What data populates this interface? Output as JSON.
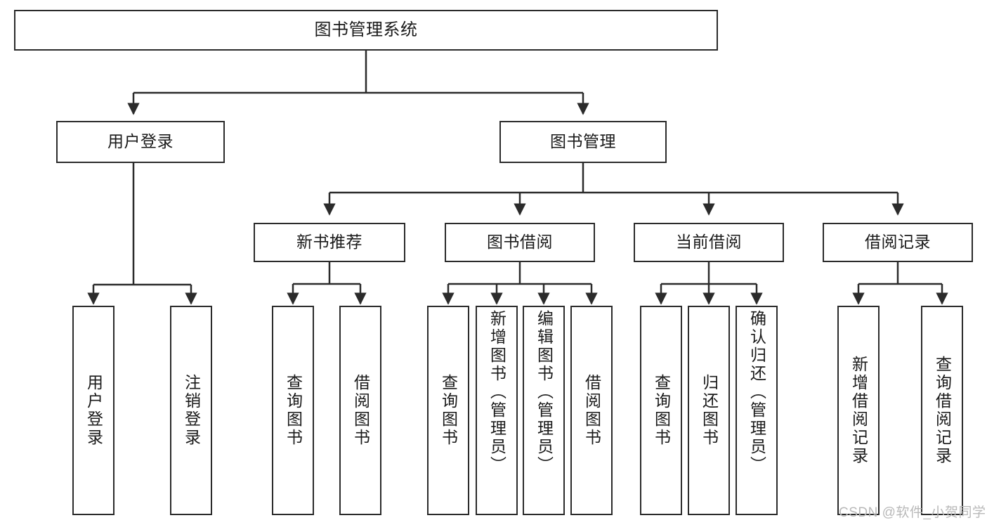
{
  "diagram": {
    "title": "图书管理系统",
    "type": "tree-hierarchy-diagram",
    "theme": {
      "background": "#ffffff",
      "box_border": "#2b2b2b",
      "box_fill": "#ffffff",
      "edge_color": "#2b2b2b",
      "text_color": "#1a1a1a",
      "watermark_color": "#b9b9b9"
    },
    "levels": [
      {
        "level": 1,
        "nodes": [
          {
            "id": "root",
            "label": "图书管理系统",
            "orientation": "horizontal"
          }
        ]
      },
      {
        "level": 2,
        "nodes": [
          {
            "id": "login",
            "label": "用户登录",
            "orientation": "horizontal",
            "parent": "root"
          },
          {
            "id": "bookmgmt",
            "label": "图书管理",
            "orientation": "horizontal",
            "parent": "root"
          }
        ]
      },
      {
        "level": 3,
        "nodes": [
          {
            "id": "newbook",
            "label": "新书推荐",
            "orientation": "horizontal",
            "parent": "bookmgmt"
          },
          {
            "id": "borrow",
            "label": "图书借阅",
            "orientation": "horizontal",
            "parent": "bookmgmt"
          },
          {
            "id": "current",
            "label": "当前借阅",
            "orientation": "horizontal",
            "parent": "bookmgmt"
          },
          {
            "id": "records",
            "label": "借阅记录",
            "orientation": "horizontal",
            "parent": "bookmgmt"
          }
        ]
      },
      {
        "level": 4,
        "nodes": [
          {
            "id": "leaf1",
            "label": "用户登录",
            "orientation": "vertical",
            "parent": "login",
            "fill": false
          },
          {
            "id": "leaf2",
            "label": "注销登录",
            "orientation": "vertical",
            "parent": "login",
            "fill": false
          },
          {
            "id": "leaf3",
            "label": "查询图书",
            "orientation": "vertical",
            "parent": "newbook",
            "fill": false
          },
          {
            "id": "leaf4",
            "label": "借阅图书",
            "orientation": "vertical",
            "parent": "newbook",
            "fill": false
          },
          {
            "id": "leaf5",
            "label": "查询图书",
            "orientation": "vertical",
            "parent": "borrow",
            "fill": false
          },
          {
            "id": "leaf6",
            "label": "新增图书（管理员）",
            "orientation": "vertical",
            "parent": "borrow",
            "fill": true
          },
          {
            "id": "leaf7",
            "label": "编辑图书（管理员）",
            "orientation": "vertical",
            "parent": "borrow",
            "fill": true
          },
          {
            "id": "leaf8",
            "label": "借阅图书",
            "orientation": "vertical",
            "parent": "borrow",
            "fill": false
          },
          {
            "id": "leaf9",
            "label": "查询图书",
            "orientation": "vertical",
            "parent": "current",
            "fill": false
          },
          {
            "id": "leaf10",
            "label": "归还图书",
            "orientation": "vertical",
            "parent": "current",
            "fill": false
          },
          {
            "id": "leaf11",
            "label": "确认归还（管理员）",
            "orientation": "vertical",
            "parent": "current",
            "fill": true
          },
          {
            "id": "leaf12",
            "label": "新增借阅记录",
            "orientation": "vertical",
            "parent": "records",
            "fill": false
          },
          {
            "id": "leaf13",
            "label": "查询借阅记录",
            "orientation": "vertical",
            "parent": "records",
            "fill": false
          }
        ]
      }
    ],
    "watermark": "CSDN @软件_小贺同学"
  }
}
